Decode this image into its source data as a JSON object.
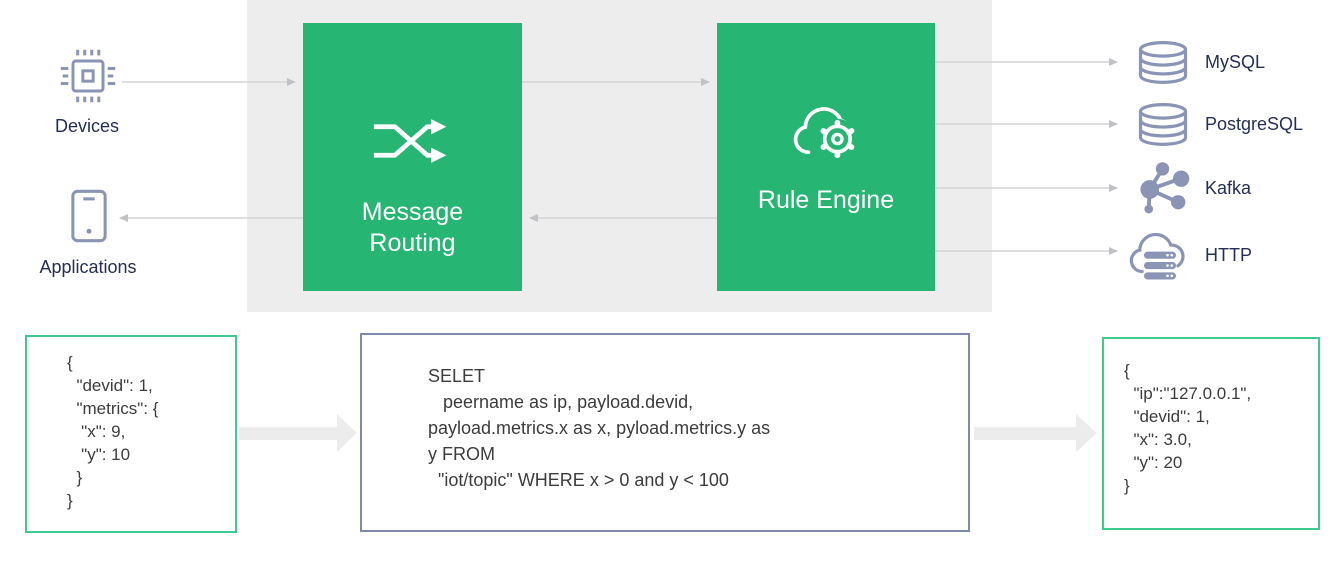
{
  "left_nodes": [
    {
      "label": "Devices",
      "icon": "chip-icon"
    },
    {
      "label": "Applications",
      "icon": "smartphone-icon"
    }
  ],
  "process_boxes": [
    {
      "label": "Message Routing",
      "icon": "shuffle-icon"
    },
    {
      "label": "Rule Engine",
      "icon": "cloud-gear-icon"
    }
  ],
  "right_nodes": [
    {
      "label": "MySQL",
      "icon": "database-icon"
    },
    {
      "label": "PostgreSQL",
      "icon": "database-icon"
    },
    {
      "label": "Kafka",
      "icon": "share-network-icon"
    },
    {
      "label": "HTTP",
      "icon": "cloud-server-icon"
    }
  ],
  "code_boxes": {
    "input_json": {
      "lines": [
        "{",
        "  \"devid\": 1,",
        "  \"metrics\": {",
        "   \"x\": 9,",
        "   \"y\": 10",
        "  }",
        "}"
      ]
    },
    "rule_sql": {
      "lines": [
        "SELET",
        "   peername as ip, payload.devid,",
        "payload.metrics.x as x, pyload.metrics.y as",
        "y FROM",
        "  \"iot/topic\" WHERE x > 0 and y < 100"
      ]
    },
    "output_json": {
      "lines": [
        "{",
        "  \"ip\":\"127.0.0.1\",",
        "  \"devid\": 1,",
        "  \"x\": 3.0,",
        "  \"y\": 20",
        "}"
      ]
    }
  },
  "colors": {
    "process_box_green": "#26B573",
    "json_box_border_green": "#3ECB8E",
    "sql_box_border": "#7E89AB",
    "panel_gray": "#EDEDEE",
    "icon_blue_gray": "#8A94B5",
    "label_navy": "#242F55",
    "thin_arrow_gray": "#D3D3D6",
    "thick_arrow_gray": "#ECECEC",
    "code_text": "#3C3C3C"
  }
}
